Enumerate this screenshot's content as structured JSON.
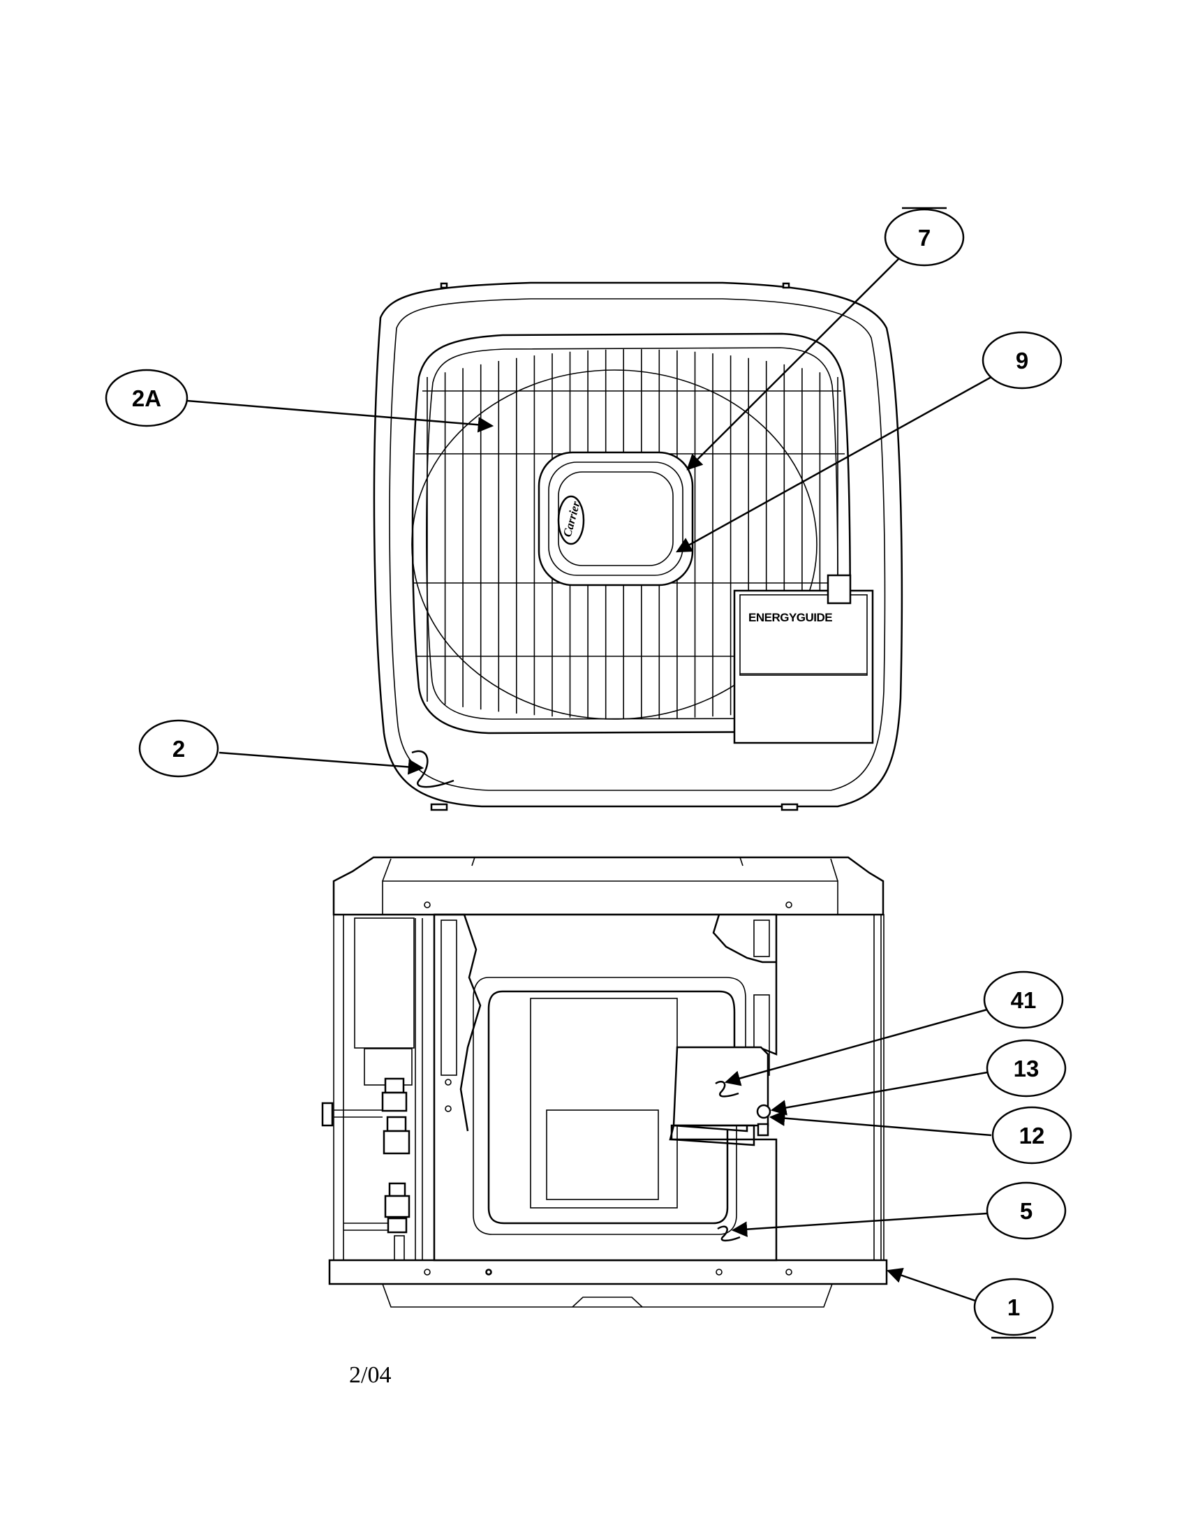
{
  "callouts": {
    "c2a": "2A",
    "c7": "7",
    "c9": "9",
    "c2": "2",
    "c41": "41",
    "c13": "13",
    "c12": "12",
    "c5": "5",
    "c1": "1"
  },
  "labels": {
    "energy_guide": "ENERGYGUIDE",
    "footer_date": "2/04"
  },
  "colors": {
    "line": "#000000",
    "background": "#ffffff"
  }
}
